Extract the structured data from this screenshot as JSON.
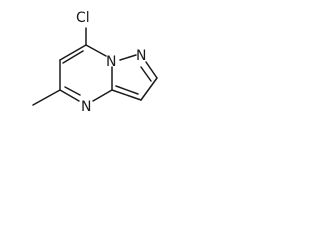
{
  "molecule": {
    "atoms": {
      "cl": "Cl",
      "n_pyrazole": "N",
      "n_bridge": "N",
      "n_ring": "N"
    },
    "colors": {
      "ink": "#1a1a1a",
      "background": "#ffffff"
    }
  }
}
